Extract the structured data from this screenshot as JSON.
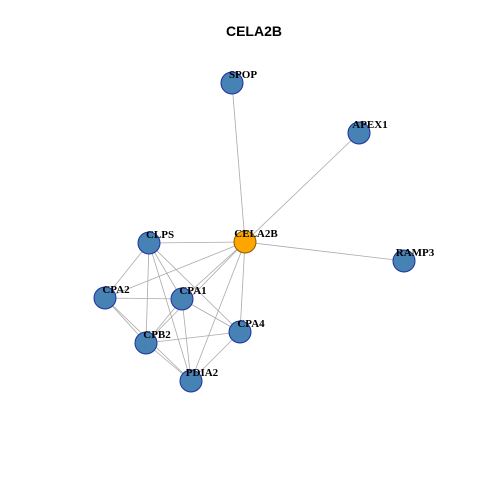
{
  "title": "CELA2B",
  "colors": {
    "background": "#ffffff",
    "edge": "#aaaaaa",
    "node_fill": "#4682b4",
    "node_stroke": "#1f2f9e",
    "center_fill": "#ffa500",
    "center_stroke": "#8a5a00",
    "label": "#000000"
  },
  "nodes": [
    {
      "id": "SPOP",
      "label": "SPOP",
      "role": "neighbor"
    },
    {
      "id": "APEX1",
      "label": "APEX1",
      "role": "neighbor"
    },
    {
      "id": "CELA2B",
      "label": "CELA2B",
      "role": "center"
    },
    {
      "id": "CLPS",
      "label": "CLPS",
      "role": "neighbor"
    },
    {
      "id": "RAMP3",
      "label": "RAMP3",
      "role": "neighbor"
    },
    {
      "id": "CPA2",
      "label": "CPA2",
      "role": "neighbor"
    },
    {
      "id": "CPA1",
      "label": "CPA1",
      "role": "neighbor"
    },
    {
      "id": "CPA4",
      "label": "CPA4",
      "role": "neighbor"
    },
    {
      "id": "CPB2",
      "label": "CPB2",
      "role": "neighbor"
    },
    {
      "id": "PDIA2",
      "label": "PDIA2",
      "role": "neighbor"
    }
  ],
  "edges": [
    [
      "CELA2B",
      "SPOP"
    ],
    [
      "CELA2B",
      "APEX1"
    ],
    [
      "CELA2B",
      "RAMP3"
    ],
    [
      "CELA2B",
      "CLPS"
    ],
    [
      "CELA2B",
      "CPA2"
    ],
    [
      "CELA2B",
      "CPA1"
    ],
    [
      "CELA2B",
      "CPA4"
    ],
    [
      "CELA2B",
      "CPB2"
    ],
    [
      "CELA2B",
      "PDIA2"
    ],
    [
      "CLPS",
      "CPA2"
    ],
    [
      "CLPS",
      "CPA1"
    ],
    [
      "CLPS",
      "CPB2"
    ],
    [
      "CLPS",
      "CPA4"
    ],
    [
      "CLPS",
      "PDIA2"
    ],
    [
      "CPA2",
      "CPA1"
    ],
    [
      "CPA2",
      "CPB2"
    ],
    [
      "CPA2",
      "PDIA2"
    ],
    [
      "CPA1",
      "CPB2"
    ],
    [
      "CPA1",
      "CPA4"
    ],
    [
      "CPA1",
      "PDIA2"
    ],
    [
      "CPB2",
      "CPA4"
    ],
    [
      "CPB2",
      "PDIA2"
    ],
    [
      "CPA4",
      "PDIA2"
    ]
  ]
}
